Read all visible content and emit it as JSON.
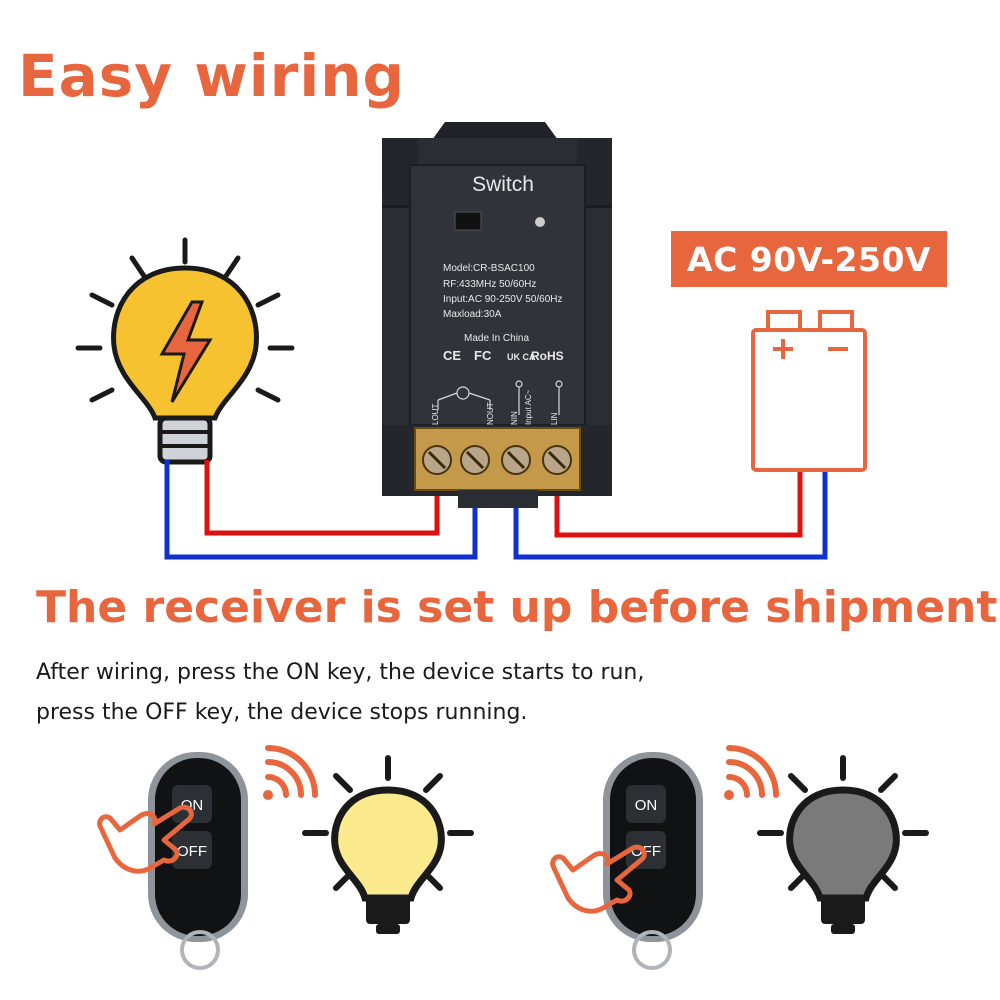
{
  "colors": {
    "accent_orange": "#e8663e",
    "bulb_yellow": "#f7c230",
    "bulb_light": "#fbe98e",
    "bulb_off_gray": "#7a7a7a",
    "wire_red": "#e01010",
    "wire_blue": "#1030d0",
    "device_body": "#2a2e33"
  },
  "header": {
    "title": "Easy wiring"
  },
  "badge": {
    "voltage": "AC 90V-250V"
  },
  "device": {
    "label": "Switch",
    "spec_lines": [
      "Model:CR-BSAC100",
      "RF:433MHz 50/60Hz",
      "Input:AC 90-250V 50/60Hz",
      "Maxload:30A"
    ],
    "origin": "Made In China",
    "marks": [
      "CE",
      "FC",
      "UK CA",
      "RoHS"
    ],
    "terminals": [
      "LOUT",
      "NOUT",
      "NIN",
      "LIN"
    ],
    "input_label": "Input AC~"
  },
  "section": {
    "title": "The receiver is set up before shipment",
    "line1": "After wiring, press the ON key, the device starts to run,",
    "line2": "press the OFF key, the device stops running."
  },
  "remote": {
    "on_key": "ON",
    "off_key": "OFF"
  },
  "icons": [
    "lightbulb-bolt-icon",
    "battery-icon",
    "hand-pointer-icon",
    "signal-waves-icon",
    "bulb-on-icon",
    "bulb-off-icon"
  ]
}
